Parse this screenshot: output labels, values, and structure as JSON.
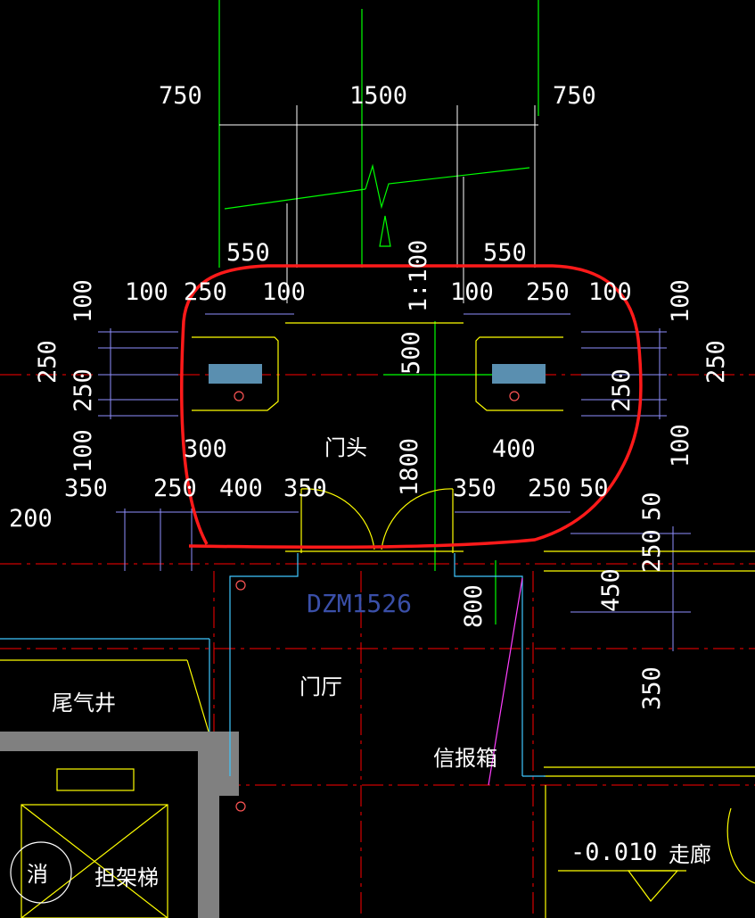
{
  "drawing": {
    "dims_top": {
      "left": "750",
      "middle": "1500",
      "right": "750"
    },
    "scale_note": "1:100",
    "dims_row2": {
      "a": "550",
      "b": "550"
    },
    "dims_row3": {
      "a": "100",
      "b": "250",
      "c": "100",
      "d": "100",
      "e": "250",
      "f": "100"
    },
    "dims_left_vertical": {
      "a": "100",
      "b": "250",
      "c": "250",
      "d": "100"
    },
    "dims_right_vertical": {
      "a": "100",
      "b": "250",
      "c": "250",
      "d": "100"
    },
    "dim_mid_vertical_500": "500",
    "dim_mid_vertical_1800": "1800",
    "dims_row4": {
      "a": "350",
      "b": "250",
      "c": "400",
      "d": "350",
      "e": "350",
      "f": "250",
      "g": "50"
    },
    "dim_left_300": "300",
    "dim_right_400": "400",
    "dim_left_200": "200",
    "dim_right_50": "50",
    "dim_right_250": "250",
    "dim_right_450": "450",
    "dim_right_350": "350",
    "dim_800": "800",
    "door_code": "DZM1526",
    "labels": {
      "entrance": "门头",
      "hall": "门厅",
      "exhaust_shaft": "尾气井",
      "mailbox": "信报箱",
      "stretcher_lift": "担架梯",
      "fire": "消",
      "corridor": "走廊",
      "elevation": "-0.010"
    },
    "colors": {
      "background": "#000000",
      "axis": "#ff0000",
      "grid_green": "#00ff00",
      "wall": "#ffff00",
      "dim_line": "#9090ff",
      "highlight": "#ff1a1a",
      "text": "#ffffff",
      "code": "#3a4fa8",
      "column_fill": "#5a8fb0",
      "wall_fill": "#808080",
      "cyan": "#3fc7ff",
      "magenta": "#ff3fff"
    }
  }
}
